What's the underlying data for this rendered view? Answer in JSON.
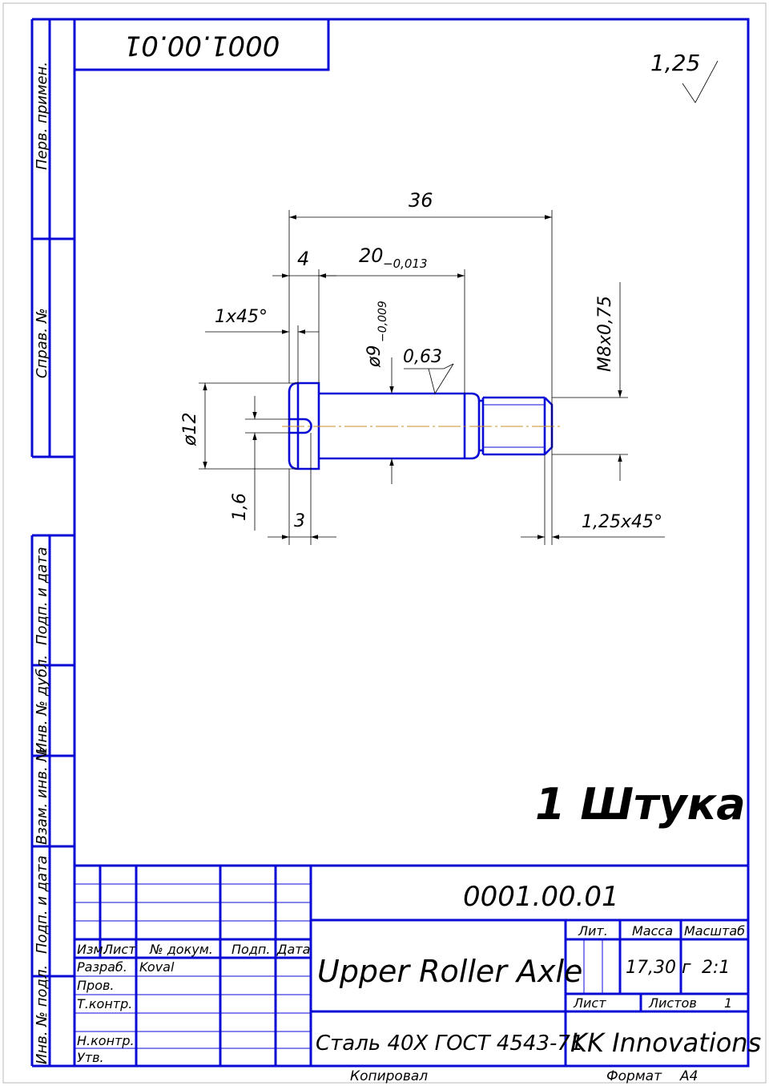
{
  "stamp": {
    "top_doc_number": "0001.00.01",
    "roughness_value": "1,25",
    "doc_number": "0001.00.01",
    "title": "Upper Roller Axle",
    "material": "Сталь 40X  ГОСТ 4543-71",
    "company": "KK Innovations",
    "mass": "17,30 г",
    "scale": "2:1",
    "lit_label": "Лит.",
    "mass_label": "Масса",
    "scale_label": "Масштаб",
    "sheet_label": "Лист",
    "sheets_label": "Листов",
    "sheets_value": "1",
    "col_izm": "Изм.",
    "col_list": "Лист",
    "col_doc": "№ докум.",
    "col_sign": "Подп.",
    "col_date": "Дата",
    "row_razrab": "Разраб.",
    "row_razrab_name": "Koval",
    "row_prov": "Пров.",
    "row_tkontr": "Т.контр.",
    "row_nkontr": "Н.контр.",
    "row_utv": "Утв.",
    "copied": "Копировал",
    "format_label": "Формат",
    "format_value": "A4"
  },
  "side": {
    "perv_primen": "Перв. примен.",
    "sprav_no": "Справ. №",
    "podp_data_top": "Подп. и дата",
    "inv_dubl": "Инв. № дубл.",
    "vzam_inv": "Взам. инв. №",
    "podp_data_bottom": "Подп. и дата",
    "inv_podl": "Инв. № подл."
  },
  "drawing": {
    "note": "1 Штука",
    "dim_total": "36",
    "dim_head": "4",
    "dim_shank_main": "20",
    "dim_shank_tol": "−0,013",
    "dim_chamfer_head": "1x45°",
    "dim_dia_shank_main": "ø9",
    "dim_dia_shank_tol": "−0,009",
    "dim_roughness_shank": "0,63",
    "dim_thread": "M8x0,75",
    "dim_dia_head": "ø12",
    "dim_slot_depth": "1,6",
    "dim_slot_width": "3",
    "dim_chamfer_thread": "1,25x45°"
  },
  "colors": {
    "frame": "#0a0ad6",
    "dimensions": "#000000",
    "centerline": "#c8902a"
  }
}
